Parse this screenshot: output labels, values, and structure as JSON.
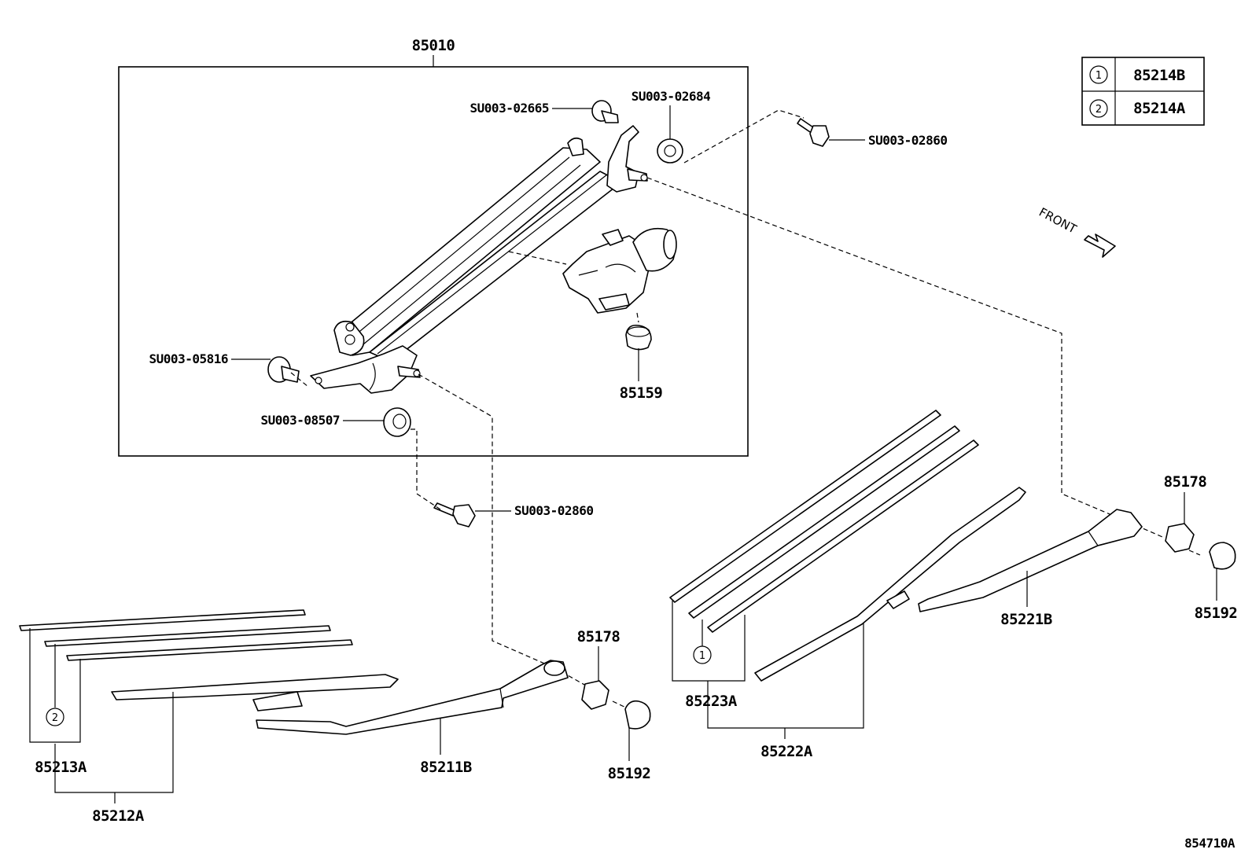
{
  "assembly_label": "85010",
  "legend": [
    {
      "symbol": "1",
      "part": "85214B"
    },
    {
      "symbol": "2",
      "part": "85214A"
    }
  ],
  "front_label": "FRONT",
  "diagram_code": "854710A",
  "parts": {
    "su003_02665": "SU003-02665",
    "su003_02684": "SU003-02684",
    "su003_02860_top": "SU003-02860",
    "su003_05816": "SU003-05816",
    "su003_08507": "SU003-08507",
    "p85159": "85159",
    "su003_02860_mid": "SU003-02860",
    "p85178_left": "85178",
    "p85192_left": "85192",
    "p85211b": "85211B",
    "p85213a": "85213A",
    "p85212a": "85212A",
    "circle_2": "2",
    "p85178_right": "85178",
    "p85192_right": "85192",
    "p85221b": "85221B",
    "p85223a": "85223A",
    "p85222a": "85222A",
    "circle_1": "1"
  }
}
